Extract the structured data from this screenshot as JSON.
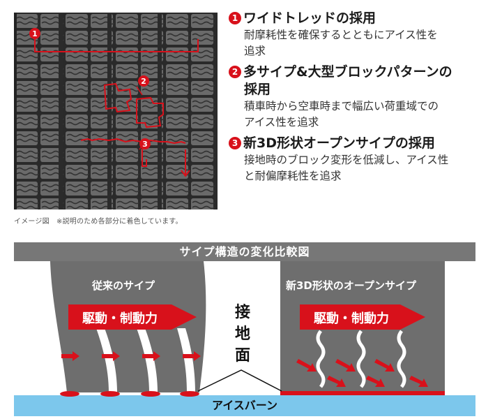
{
  "features": [
    {
      "num": "1",
      "title": "ワイドトレッドの採用",
      "desc": [
        "耐摩耗性を確保するとともにアイス性を",
        "追求"
      ]
    },
    {
      "num": "2",
      "title": [
        "多サイプ&大型ブロックパターンの",
        "採用"
      ],
      "desc": [
        "積車時から空車時まで幅広い荷重域での",
        "アイス性を追求"
      ]
    },
    {
      "num": "3",
      "title": "新3D形状オープンサイプの採用",
      "desc": [
        "接地時のブロック変形を低減し、アイス性",
        "と耐偏摩耗性を追求"
      ]
    }
  ],
  "tread": {
    "caption": "イメージ図　※説明のため各部分に着色しています。",
    "markers": [
      "1",
      "2",
      "3"
    ]
  },
  "comparison": {
    "title": "サイプ構造の変化比較図",
    "left_label": "従来のサイプ",
    "right_label": "新3D形状のオープンサイプ",
    "force_label": "駆動・制動力",
    "contact_label": [
      "接",
      "地",
      "面"
    ],
    "ice_label": "アイスバーン"
  },
  "colors": {
    "accent": "#d8111b",
    "gray": "#6e6e6e",
    "ice": "#7cc7ec",
    "tread": "#3a3a3a"
  }
}
